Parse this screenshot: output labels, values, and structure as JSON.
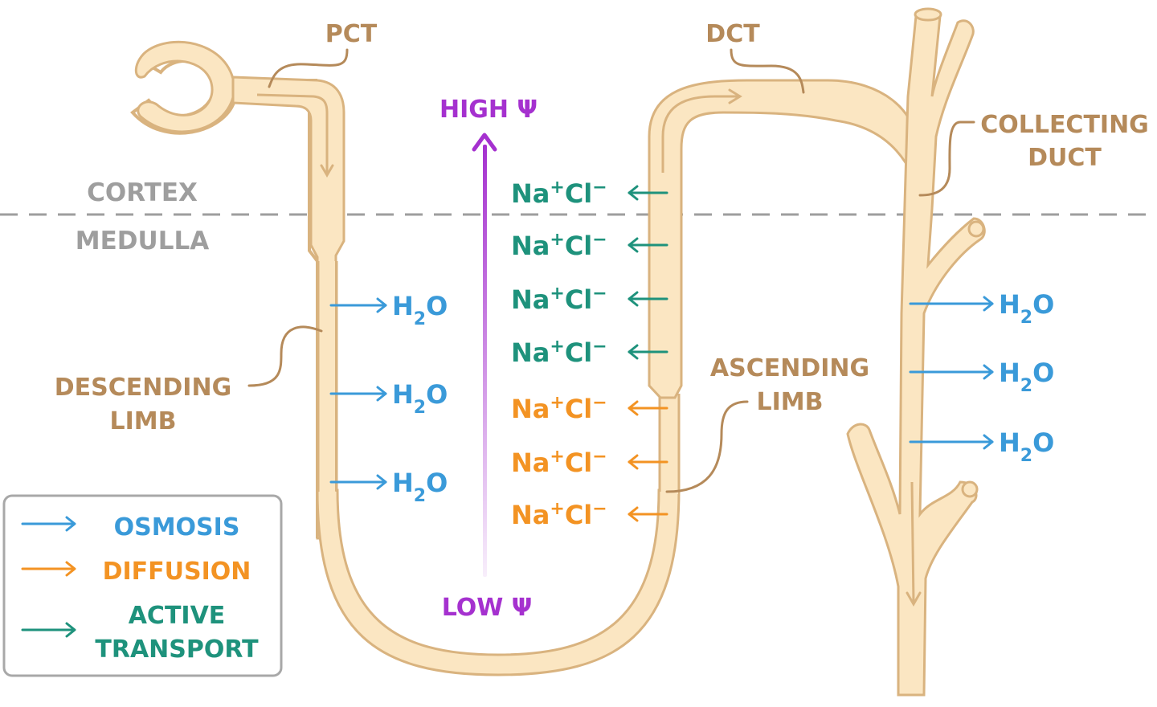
{
  "colors": {
    "tube_fill": "#fbe6c2",
    "tube_stroke": "#d9b37f",
    "label": "#b58a5a",
    "zone": "#9e9e9e",
    "osmosis": "#3a9ad9",
    "diffusion": "#f39323",
    "active_transport": "#1e927c",
    "gradient": "#a531cf"
  },
  "labels": {
    "pct": "PCT",
    "dct": "DCT",
    "collecting_duct_line1": "COLLECTING",
    "collecting_duct_line2": "DUCT",
    "cortex": "CORTEX",
    "medulla": "MEDULLA",
    "descending_line1": "DESCENDING",
    "descending_line2": "LIMB",
    "ascending_line1": "ASCENDING",
    "ascending_line2": "LIMB"
  },
  "gradient": {
    "high": "HIGH Ψ",
    "low": "LOW Ψ"
  },
  "water": {
    "h": "H",
    "sub": "2",
    "o": "O"
  },
  "ions": {
    "na": "Na",
    "plus": "+",
    "cl": "Cl",
    "minus": "−",
    "active_count": 4,
    "diffusion_count": 3
  },
  "legend": {
    "osmosis": "OSMOSIS",
    "diffusion": "DIFFUSION",
    "active_line1": "ACTIVE",
    "active_line2": "TRANSPORT"
  }
}
